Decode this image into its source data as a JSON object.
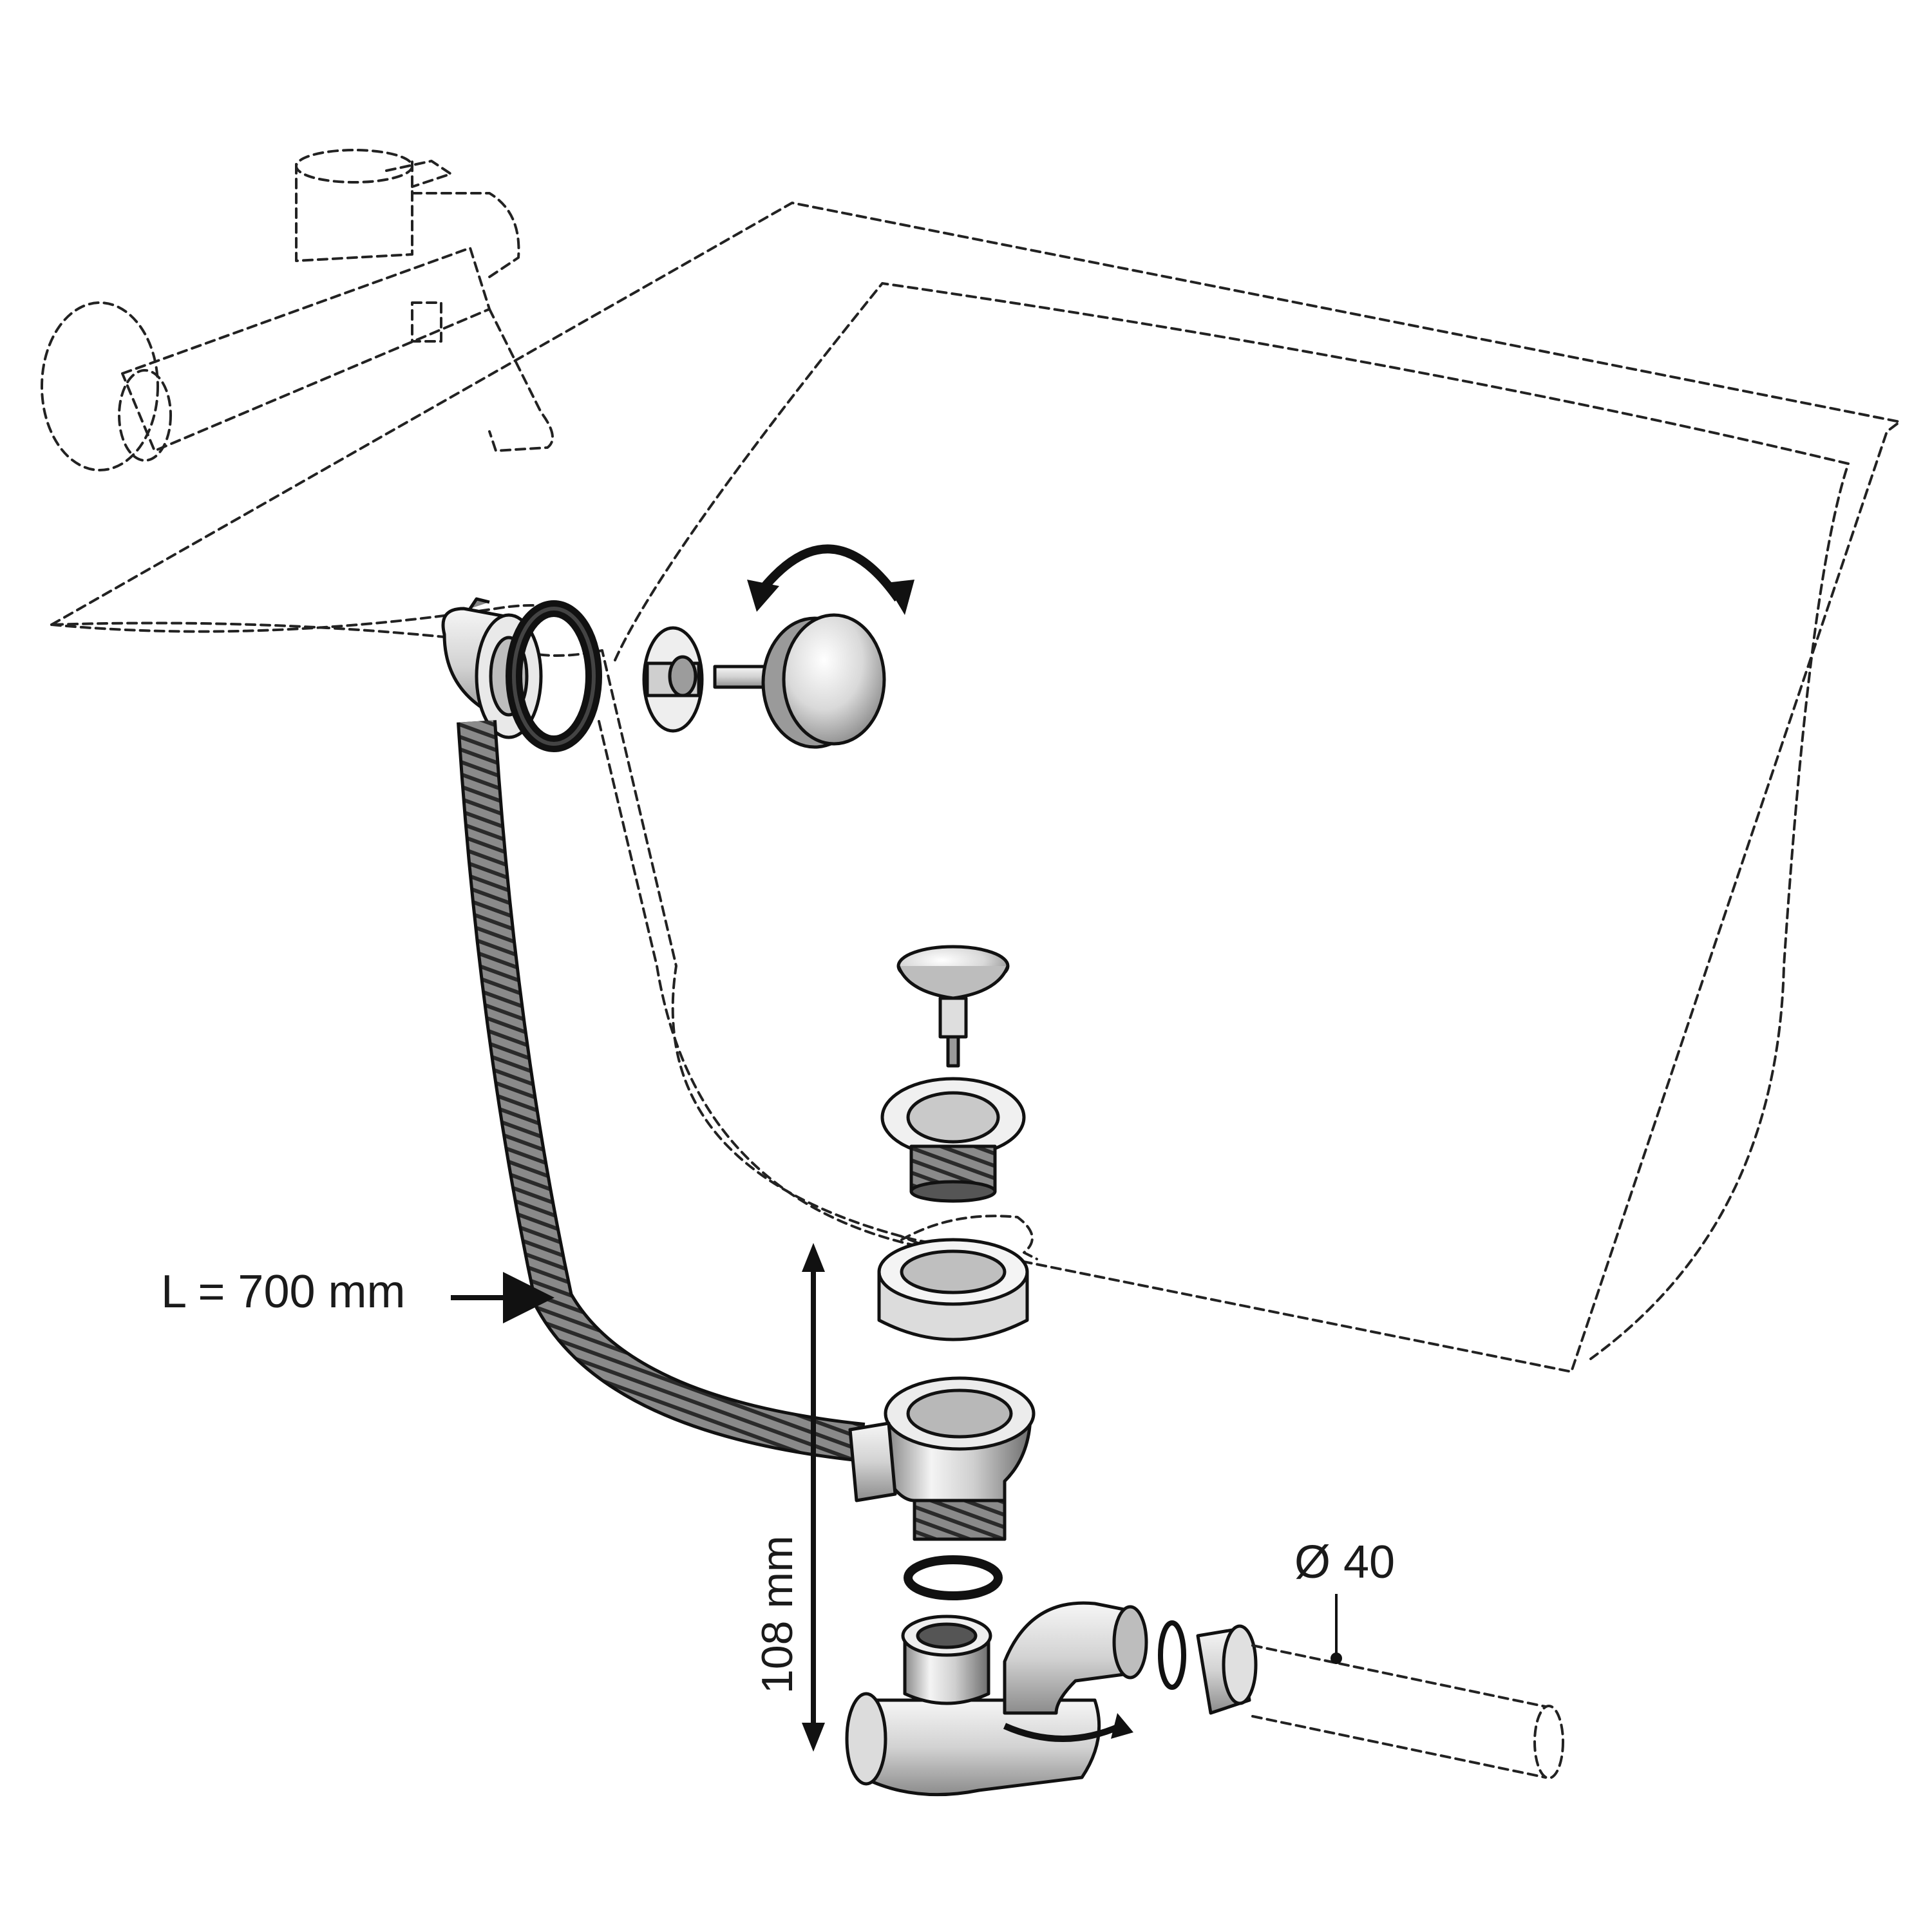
{
  "labels": {
    "hose_length": "L = 700 mm",
    "height": "108 mm",
    "diameter": "Ø 40"
  },
  "colors": {
    "line": "#111111",
    "metal_light": "#f2f2f2",
    "metal_mid": "#c8c8c8",
    "metal_dark": "#7a7a7a",
    "hose": "#6a6a6a",
    "gasket": "#1a1a1a"
  },
  "icons": {
    "rotate": "curved-double-arrow-icon",
    "pointer": "right-arrow-icon",
    "dimension": "vertical-double-arrow-icon"
  }
}
